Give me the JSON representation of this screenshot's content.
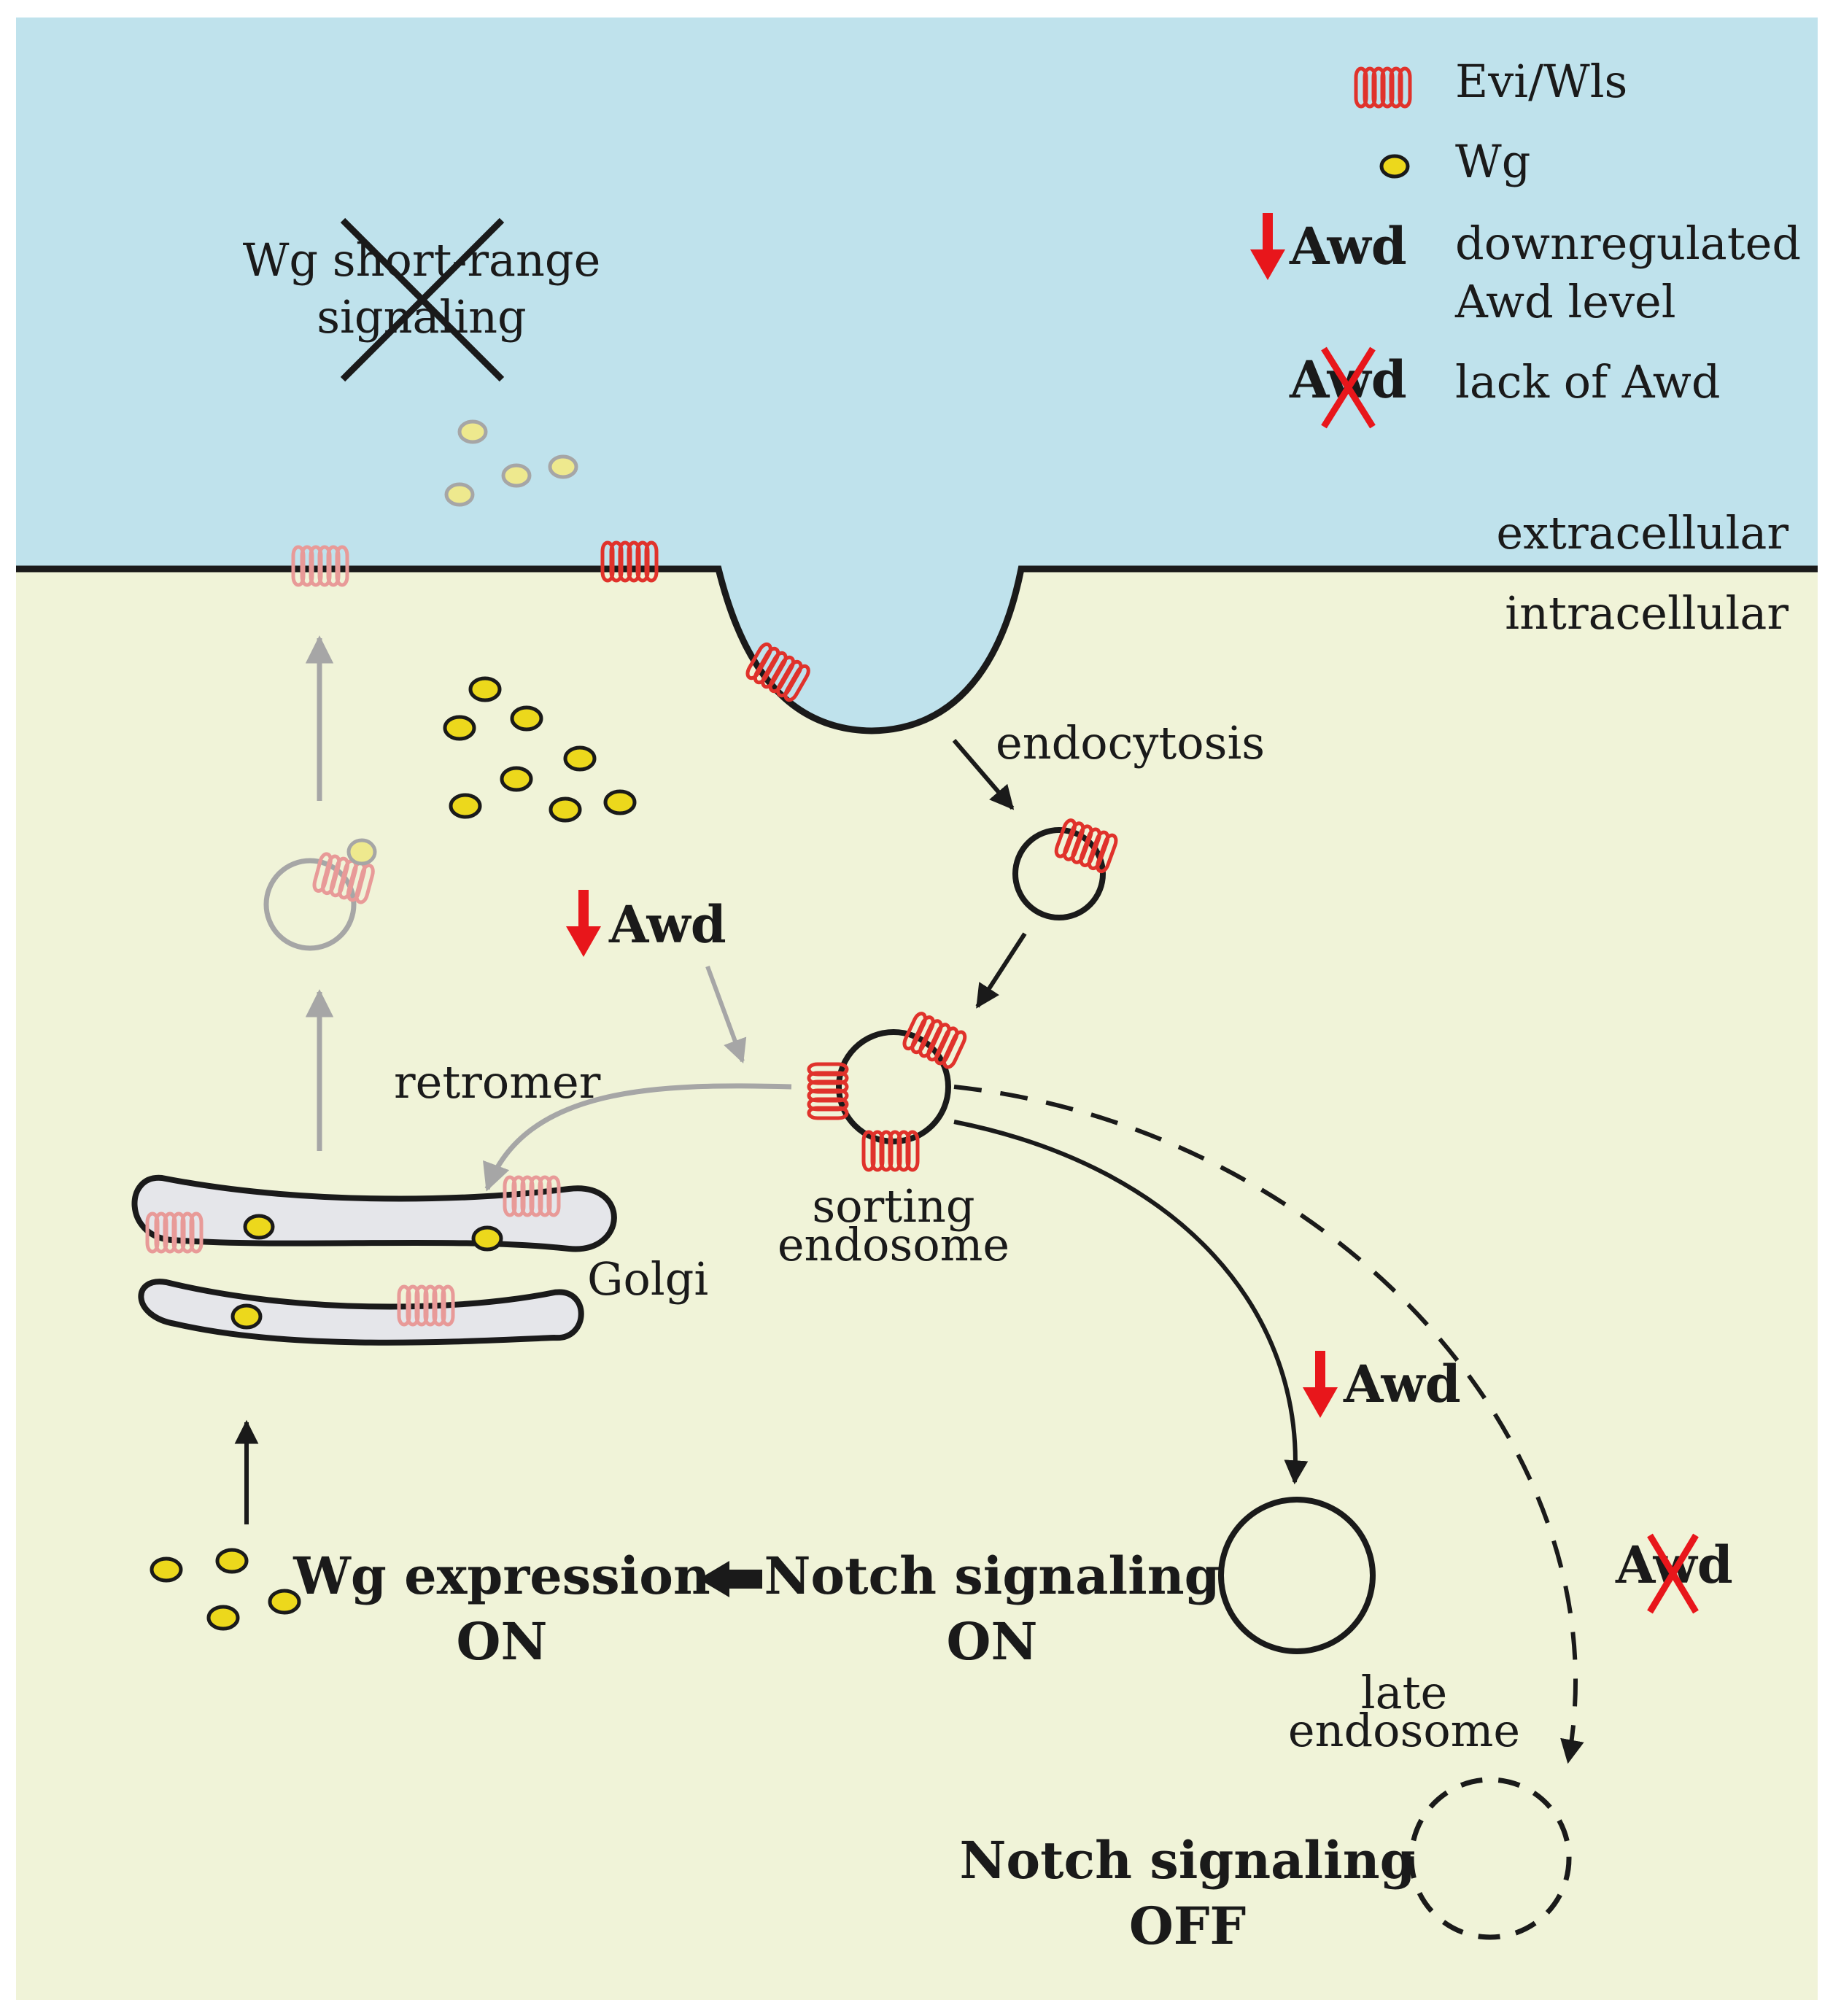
{
  "legend": {
    "evi_wls": "Evi/Wls",
    "wg": "Wg",
    "awd_down_symbol": "Awd",
    "awd_down_line1": "downregulated",
    "awd_down_line2": "Awd level",
    "awd_lack_symbol": "Awd",
    "awd_lack": "lack of Awd"
  },
  "labels": {
    "short_range_line1": "Wg short-range",
    "short_range_line2": "signaling",
    "extracellular": "extracellular",
    "intracellular": "intracellular",
    "endocytosis": "endocytosis",
    "retromer": "retromer",
    "awd_retromer": "Awd",
    "sorting_line1": "sorting",
    "sorting_line2": "endosome",
    "golgi": "Golgi",
    "awd_late": "Awd",
    "late_line1": "late",
    "late_line2": "endosome",
    "awd_lack_path": "Awd",
    "wg_expr_line1": "Wg expression",
    "wg_expr_line2": "ON",
    "notch_on_line1": "Notch signaling",
    "notch_on_line2": "ON",
    "notch_off_line1": "Notch signaling",
    "notch_off_line2": "OFF"
  },
  "colors": {
    "extracellular": "#bfe2ec",
    "intracellular": "#f0f3d8",
    "evi": "#e0322b",
    "evi_faded": "#e89a98",
    "wg": "#ecd81c",
    "wg_faded": "#eee98e",
    "arrow_red": "#e8161b",
    "golgi_fill": "#e5e6ea",
    "grey": "#a6a6a6"
  }
}
